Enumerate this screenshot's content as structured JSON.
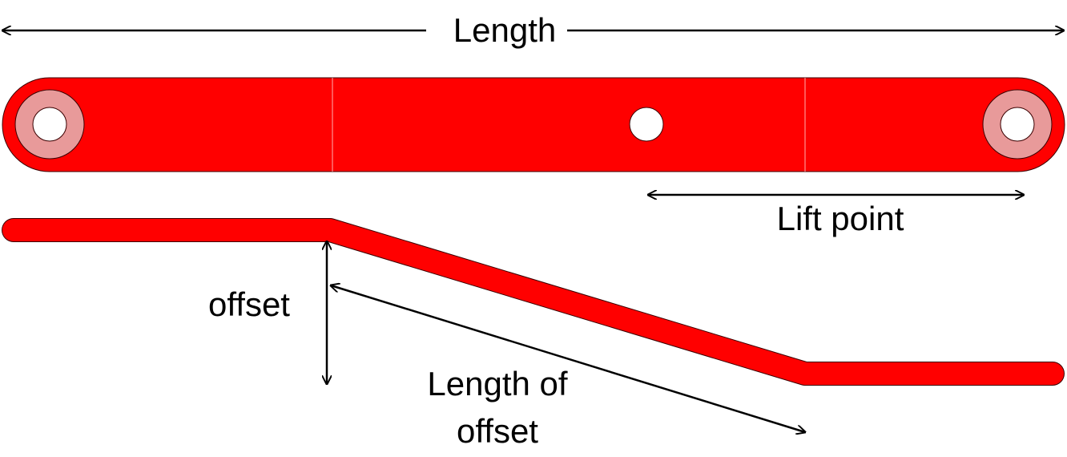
{
  "labels": {
    "length": "Length",
    "lift_point": "Lift point",
    "offset": "offset",
    "length_of_offset_line1": "Length of",
    "length_of_offset_line2": "offset"
  },
  "colors": {
    "bar_fill": "#ff0000",
    "bushing_fill": "#e89a9a",
    "hole_fill": "#ffffff",
    "outline": "#3a0000",
    "arrow": "#000000",
    "background": "#ffffff"
  }
}
